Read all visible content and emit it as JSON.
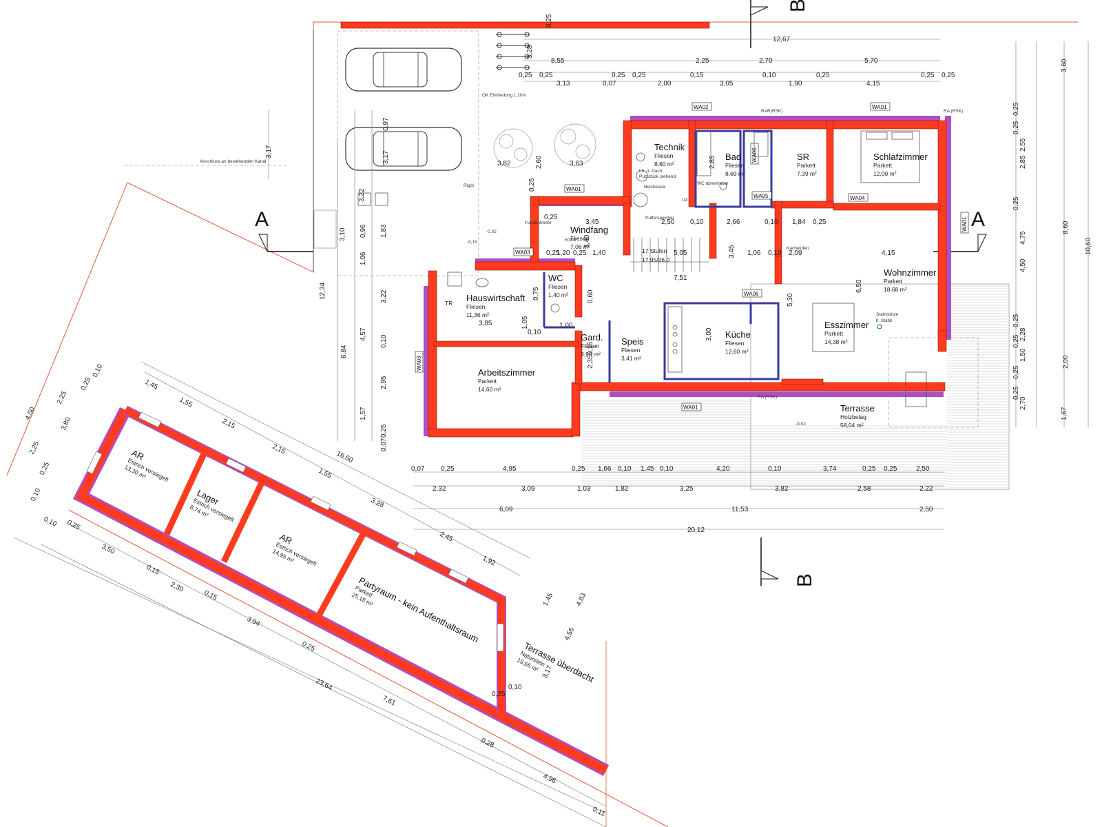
{
  "rooms": [
    {
      "name": "Technik",
      "floor": "Fliesen",
      "area": "8,60"
    },
    {
      "name": "Bad",
      "floor": "Fliesen",
      "area": "8,69"
    },
    {
      "name": "SR",
      "floor": "Parkett",
      "area": "7,39"
    },
    {
      "name": "Schlafzimmer",
      "floor": "Parkett",
      "area": "12,00"
    },
    {
      "name": "Windfang",
      "floor": "Fliesen",
      "area": "7,06"
    },
    {
      "name": "WC",
      "floor": "Fliesen",
      "area": "1,40"
    },
    {
      "name": "Hauswirtschaft",
      "floor": "Fliesen",
      "area": "11,36"
    },
    {
      "name": "Gard.",
      "floor": "Fliesen",
      "area": "3,90"
    },
    {
      "name": "Speis",
      "floor": "Fliesen",
      "area": "3,41"
    },
    {
      "name": "Küche",
      "floor": "Fliesen",
      "area": "12,60"
    },
    {
      "name": "Esszimmer",
      "floor": "Parkett",
      "area": "14,38"
    },
    {
      "name": "Wohnzimmer",
      "floor": "Parkett",
      "area": "18,68"
    },
    {
      "name": "Arbeitszimmer",
      "floor": "Parkett",
      "area": "14,60"
    },
    {
      "name": "Terrasse",
      "floor": "Holzbelag",
      "area": "58,04"
    }
  ],
  "annex_rooms": [
    {
      "name": "AR",
      "floor": "Estrich versiegelt",
      "area": "13,30"
    },
    {
      "name": "Lager",
      "floor": "Estrich versiegelt",
      "area": "8,74"
    },
    {
      "name": "AR",
      "floor": "Estrich versiegelt",
      "area": "14,95"
    },
    {
      "name": "Partyraum - kein Aufenthaltsraum",
      "floor": "Parkett",
      "area": "25,18"
    },
    {
      "name": "Terrasse überdacht",
      "floor": "Naturstein",
      "area": "19,55"
    }
  ],
  "area_unit": "m²",
  "stairs": {
    "label": "17 Stufen",
    "dims": "17,95/26,0"
  },
  "section_markers": [
    "A",
    "A",
    "B",
    "B"
  ],
  "wall_tags": [
    "WA02",
    "WA06",
    "WA01",
    "WA05",
    "WA04",
    "WA01",
    "WA03",
    "WA06",
    "WA01",
    "WA03",
    "WA01"
  ],
  "notes": {
    "kanal": "Anschluss an bestehenden Kanal",
    "einfriedung": "OK Einfriedung 1,20m",
    "rigol": "Rigol",
    "fussabstreifer": "Fußabstreifer",
    "heizkessel": "Heizkessel",
    "pufferspeicher": "Pufferspeicher",
    "lueftung": "Lü. ü. Dach",
    "putz": "Putzstück stehend",
    "wc_abn": "WC abnehmbar",
    "kachelofen": "Kachelofen",
    "stahlstuetze": "Stahlstütze",
    "statik": "lt. Statik",
    "tr": "TR",
    "rar": "RAR(RSK)",
    "ra": "RA (RSK)",
    "ra2": "RA (RSK)",
    "level1": "±0,00",
    "level2": "-0,02",
    "level3": "-0,15",
    "level4": "-0,02",
    "uz": "UZ"
  },
  "dims_top": [
    {
      "t": "0,25"
    },
    {
      "t": "12,67"
    },
    {
      "t": "8,55"
    },
    {
      "t": "2,25"
    },
    {
      "t": "2,70"
    },
    {
      "t": "5,70"
    },
    {
      "t": "0,25"
    },
    {
      "t": "0,25"
    },
    {
      "t": "0,25"
    },
    {
      "t": "0,25"
    },
    {
      "t": "0,15"
    },
    {
      "t": "0,10"
    },
    {
      "t": "0,25"
    },
    {
      "t": "0,25"
    },
    {
      "t": "0,25"
    },
    {
      "t": "3,13"
    },
    {
      "t": "0,07"
    },
    {
      "t": "2,00"
    },
    {
      "t": "3,05"
    },
    {
      "t": "1,90"
    },
    {
      "t": "4,15"
    }
  ],
  "dims_bottom": [
    {
      "t": "0,07"
    },
    {
      "t": "0,25"
    },
    {
      "t": "4,95"
    },
    {
      "t": "0,25"
    },
    {
      "t": "1,66"
    },
    {
      "t": "0,10"
    },
    {
      "t": "1,45"
    },
    {
      "t": "0,10"
    },
    {
      "t": "4,20"
    },
    {
      "t": "0,10"
    },
    {
      "t": "3,74"
    },
    {
      "t": "0,25"
    },
    {
      "t": "0,25"
    },
    {
      "t": "2,50"
    },
    {
      "t": "2,32"
    },
    {
      "t": "3,09"
    },
    {
      "t": "1,03"
    },
    {
      "t": "1,82"
    },
    {
      "t": "3,25"
    },
    {
      "t": "3,82"
    },
    {
      "t": "2,58"
    },
    {
      "t": "2,22"
    },
    {
      "t": "6,09"
    },
    {
      "t": "11,53"
    },
    {
      "t": "2,50"
    },
    {
      "t": "20,12"
    }
  ],
  "dims_right": [
    {
      "t": "3,60"
    },
    {
      "t": "0,25"
    },
    {
      "t": "0,25"
    },
    {
      "t": "2,55"
    },
    {
      "t": "2,85"
    },
    {
      "t": "0,25"
    },
    {
      "t": "8,60"
    },
    {
      "t": "10,60"
    },
    {
      "t": "4,75"
    },
    {
      "t": "4,50"
    },
    {
      "t": "0,25"
    },
    {
      "t": "2,28"
    },
    {
      "t": "0,25"
    },
    {
      "t": "1,50"
    },
    {
      "t": "2,00"
    },
    {
      "t": "0,25"
    },
    {
      "t": "0,25"
    },
    {
      "t": "2,70"
    },
    {
      "t": "1,67"
    }
  ],
  "dims_left": [
    {
      "t": "3,17"
    },
    {
      "t": "3,22"
    },
    {
      "t": "3,10"
    },
    {
      "t": "0,96"
    },
    {
      "t": "1,83"
    },
    {
      "t": "1,06"
    },
    {
      "t": "12,34"
    },
    {
      "t": "3,22"
    },
    {
      "t": "6,84"
    },
    {
      "t": "4,57"
    },
    {
      "t": "0,10"
    },
    {
      "t": "2,95"
    },
    {
      "t": "1,57"
    },
    {
      "t": "0,25"
    },
    {
      "t": "0,07"
    }
  ],
  "dims_inner": [
    {
      "t": "3,82"
    },
    {
      "t": "3,63"
    },
    {
      "t": "2,60"
    },
    {
      "t": "0,25"
    },
    {
      "t": "0,25"
    },
    {
      "t": "3,45"
    },
    {
      "t": "2,50"
    },
    {
      "t": "0,10"
    },
    {
      "t": "2,66"
    },
    {
      "t": "0,10"
    },
    {
      "t": "1,84"
    },
    {
      "t": "0,25"
    },
    {
      "t": "0,25"
    },
    {
      "t": "1,20"
    },
    {
      "t": "0,25"
    },
    {
      "t": "1,40"
    },
    {
      "t": "5,05"
    },
    {
      "t": "1,06"
    },
    {
      "t": "0,10"
    },
    {
      "t": "2,09"
    },
    {
      "t": "4,15"
    },
    {
      "t": "7,51"
    },
    {
      "t": "3,85"
    },
    {
      "t": "1,00"
    },
    {
      "t": "0,10"
    },
    {
      "t": "1,05"
    },
    {
      "t": "2,85"
    },
    {
      "t": "3,40"
    },
    {
      "t": "3,45"
    },
    {
      "t": "2,35"
    },
    {
      "t": "0,15"
    },
    {
      "t": "0,60"
    },
    {
      "t": "3,00"
    },
    {
      "t": "5,30"
    },
    {
      "t": "6,50"
    },
    {
      "t": "0,75"
    },
    {
      "t": "3,28"
    },
    {
      "t": "0,97"
    },
    {
      "t": "3,17"
    }
  ],
  "dims_annex": [
    {
      "t": "4,50"
    },
    {
      "t": "2,25"
    },
    {
      "t": "0,25"
    },
    {
      "t": "0,10"
    },
    {
      "t": "3,80"
    },
    {
      "t": "2,25"
    },
    {
      "t": "0,25"
    },
    {
      "t": "0,10"
    },
    {
      "t": "1,45"
    },
    {
      "t": "1,55"
    },
    {
      "t": "2,15"
    },
    {
      "t": "2,15"
    },
    {
      "t": "16,50"
    },
    {
      "t": "1,55"
    },
    {
      "t": "3,28"
    },
    {
      "t": "2,45"
    },
    {
      "t": "1,92"
    },
    {
      "t": "0,10"
    },
    {
      "t": "0,25"
    },
    {
      "t": "3,50"
    },
    {
      "t": "0,15"
    },
    {
      "t": "2,30"
    },
    {
      "t": "0,15"
    },
    {
      "t": "3,94"
    },
    {
      "t": "0,25"
    },
    {
      "t": "23,64"
    },
    {
      "t": "7,61"
    },
    {
      "t": "4,83"
    },
    {
      "t": "1,45"
    },
    {
      "t": "4,56"
    },
    {
      "t": "3,17"
    },
    {
      "t": "0,10"
    },
    {
      "t": "0,25"
    },
    {
      "t": "0,28"
    },
    {
      "t": "4,96"
    },
    {
      "t": "0,11"
    }
  ],
  "colors": {
    "wall": "#ff3b1f",
    "insulation": "#b04fc0",
    "partition": "#3a3aa0",
    "site_line": "#e05a3a"
  }
}
